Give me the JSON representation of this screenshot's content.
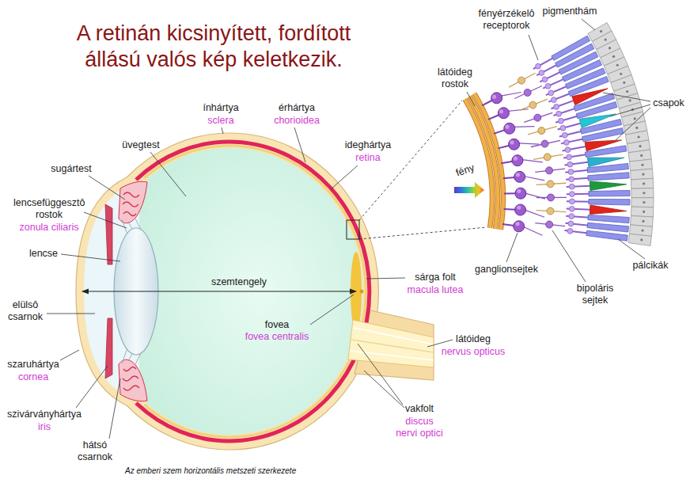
{
  "diagram": {
    "title": "A retinán kicsinyített, fordított állású valós kép keletkezik.",
    "caption": "Az emberi szem horizontális metszeti szerkezete",
    "labels": [
      "ínhártya",
      "sclera",
      "érhártya",
      "chorioidea",
      "üvegtest",
      "ideghártya",
      "retina",
      "sugártest",
      "lencsefüggesztô rostok",
      "zonula ciliaris",
      "lencse",
      "szemtengely",
      "elülsô csarnok",
      "szaruhártya",
      "cornea",
      "szivárványhártya",
      "iris",
      "hátsó csarnok",
      "sárga folt",
      "macula lutea",
      "fovea",
      "fovea centralis",
      "látóideg",
      "nervus opticus",
      "vakfolt",
      "discus nervi optici",
      "fényérzékelô receptorok",
      "pigmenthám",
      "látóideg rostok",
      "csapok",
      "fény",
      "pálcikák",
      "ganglionsejtek",
      "bipoláris sejtek"
    ]
  }
}
